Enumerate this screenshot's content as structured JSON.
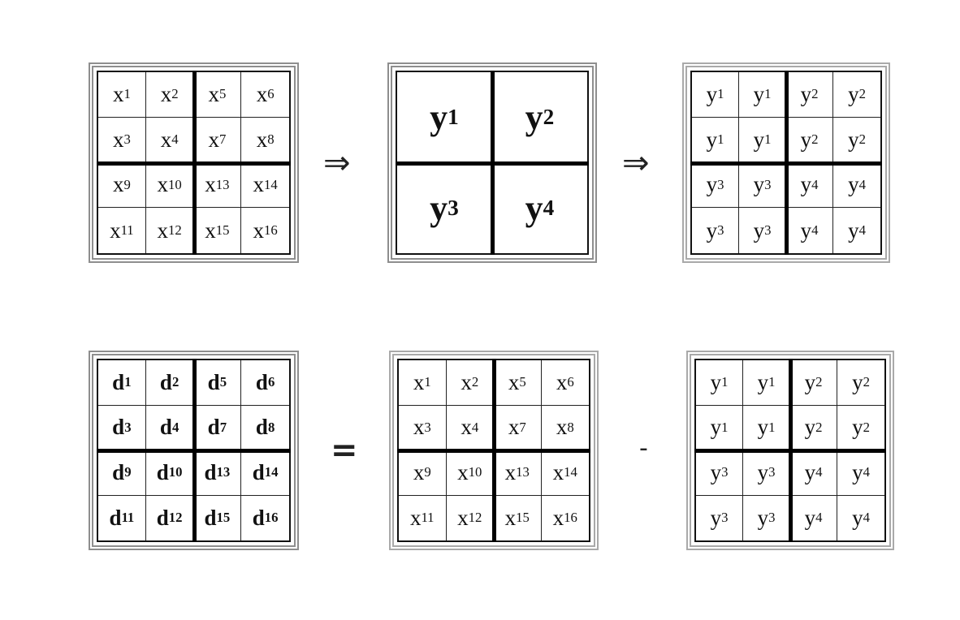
{
  "top_row": {
    "x_matrix": [
      [
        "x",
        "1"
      ],
      [
        "x",
        "2"
      ],
      [
        "x",
        "5"
      ],
      [
        "x",
        "6"
      ],
      [
        "x",
        "3"
      ],
      [
        "x",
        "4"
      ],
      [
        "x",
        "7"
      ],
      [
        "x",
        "8"
      ],
      [
        "x",
        "9"
      ],
      [
        "x",
        "10"
      ],
      [
        "x",
        "13"
      ],
      [
        "x",
        "14"
      ],
      [
        "x",
        "11"
      ],
      [
        "x",
        "12"
      ],
      [
        "x",
        "15"
      ],
      [
        "x",
        "16"
      ]
    ],
    "arrow_1": "⇒",
    "y_block_matrix": [
      [
        "y",
        "1"
      ],
      [
        "y",
        "2"
      ],
      [
        "y",
        "3"
      ],
      [
        "y",
        "4"
      ]
    ],
    "arrow_2": "⇒",
    "y_expanded_matrix": [
      [
        "y",
        "1"
      ],
      [
        "y",
        "1"
      ],
      [
        "y",
        "2"
      ],
      [
        "y",
        "2"
      ],
      [
        "y",
        "1"
      ],
      [
        "y",
        "1"
      ],
      [
        "y",
        "2"
      ],
      [
        "y",
        "2"
      ],
      [
        "y",
        "3"
      ],
      [
        "y",
        "3"
      ],
      [
        "y",
        "4"
      ],
      [
        "y",
        "4"
      ],
      [
        "y",
        "3"
      ],
      [
        "y",
        "3"
      ],
      [
        "y",
        "4"
      ],
      [
        "y",
        "4"
      ]
    ]
  },
  "bottom_row": {
    "d_matrix": [
      [
        "d",
        "1"
      ],
      [
        "d",
        "2"
      ],
      [
        "d",
        "5"
      ],
      [
        "d",
        "6"
      ],
      [
        "d",
        "3"
      ],
      [
        "d",
        "4"
      ],
      [
        "d",
        "7"
      ],
      [
        "d",
        "8"
      ],
      [
        "d",
        "9"
      ],
      [
        "d",
        "10"
      ],
      [
        "d",
        "13"
      ],
      [
        "d",
        "14"
      ],
      [
        "d",
        "11"
      ],
      [
        "d",
        "12"
      ],
      [
        "d",
        "15"
      ],
      [
        "d",
        "16"
      ]
    ],
    "equals": "=",
    "x_matrix": [
      [
        "x",
        "1"
      ],
      [
        "x",
        "2"
      ],
      [
        "x",
        "5"
      ],
      [
        "x",
        "6"
      ],
      [
        "x",
        "3"
      ],
      [
        "x",
        "4"
      ],
      [
        "x",
        "7"
      ],
      [
        "x",
        "8"
      ],
      [
        "x",
        "9"
      ],
      [
        "x",
        "10"
      ],
      [
        "x",
        "13"
      ],
      [
        "x",
        "14"
      ],
      [
        "x",
        "11"
      ],
      [
        "x",
        "12"
      ],
      [
        "x",
        "15"
      ],
      [
        "x",
        "16"
      ]
    ],
    "minus": "-",
    "y_expanded_matrix": [
      [
        "y",
        "1"
      ],
      [
        "y",
        "1"
      ],
      [
        "y",
        "2"
      ],
      [
        "y",
        "2"
      ],
      [
        "y",
        "1"
      ],
      [
        "y",
        "1"
      ],
      [
        "y",
        "2"
      ],
      [
        "y",
        "2"
      ],
      [
        "y",
        "3"
      ],
      [
        "y",
        "3"
      ],
      [
        "y",
        "4"
      ],
      [
        "y",
        "4"
      ],
      [
        "y",
        "3"
      ],
      [
        "y",
        "3"
      ],
      [
        "y",
        "4"
      ],
      [
        "y",
        "4"
      ]
    ]
  }
}
